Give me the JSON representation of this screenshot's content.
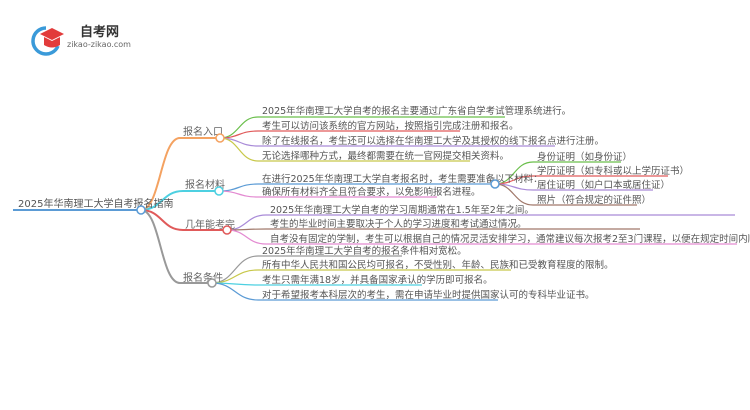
{
  "logo": {
    "title": "自考网",
    "url": "zikao-zikao.com",
    "icon": "graduation-cap-icon"
  },
  "root": {
    "label": "2025年华南理工大学自考报名指南",
    "color": "#5b9bd5"
  },
  "branches": [
    {
      "label": "报名入口",
      "color": "#f4a261",
      "leaves": [
        {
          "text": "2025年华南理工大学自考的报名主要通过广东省自学考试管理系统进行。",
          "color": "#6abf4b"
        },
        {
          "text": "考生可以访问该系统的官方网站，按照指引完成注册和报名。",
          "color": "#e05a5a"
        },
        {
          "text": "除了在线报名，考生还可以选择在华南理工大学及其授权的线下报名点进行注册。",
          "color": "#a98bd8"
        },
        {
          "text": "无论选择哪种方式，最终都需要在统一官网提交相关资料。",
          "color": "#c8c84a"
        }
      ]
    },
    {
      "label": "报名材料",
      "color": "#4dd0e1",
      "leaves": [
        {
          "text": "在进行2025年华南理工大学自考报名时，考生需要准备以下材料：",
          "color": "#5b9bd5",
          "children": [
            {
              "text": "身份证明（如身份证）",
              "color": "#6abf4b"
            },
            {
              "text": "学历证明（如专科或以上学历证书）",
              "color": "#e05a5a"
            },
            {
              "text": "居住证明（如户口本或居住证）",
              "color": "#a98bd8"
            },
            {
              "text": "照片（符合规定的证件照）",
              "color": "#a0786a"
            }
          ]
        },
        {
          "text": "确保所有材料齐全且符合要求，以免影响报名进程。",
          "color": "#e38ad1"
        }
      ]
    },
    {
      "label": "几年能考完",
      "color": "#e05a5a",
      "leaves": [
        {
          "text": "2025年华南理工大学自考的学习周期通常在1.5年至2年之间。",
          "color": "#a98bd8"
        },
        {
          "text": "考生的毕业时间主要取决于个人的学习进度和考试通过情况。",
          "color": "#a0786a"
        },
        {
          "text": "自考没有固定的学制，考生可以根据自己的情况灵活安排学习，通常建议每次报考2至3门课程，以便在规定时间内顺利完成所有科目。",
          "color": "#e38ad1"
        }
      ]
    },
    {
      "label": "报名条件",
      "color": "#999999",
      "leaves": [
        {
          "text": "2025年华南理工大学自考的报名条件相对宽松。",
          "color": "#999999"
        },
        {
          "text": "所有中华人民共和国公民均可报名，不受性别、年龄、民族和已受教育程度的限制。",
          "color": "#c8c84a"
        },
        {
          "text": "考生只需年满18岁，并具备国家承认的学历即可报名。",
          "color": "#4dd0e1"
        },
        {
          "text": "对于希望报考本科层次的考生，需在申请毕业时提供国家认可的专科毕业证书。",
          "color": "#5b9bd5"
        }
      ]
    }
  ]
}
